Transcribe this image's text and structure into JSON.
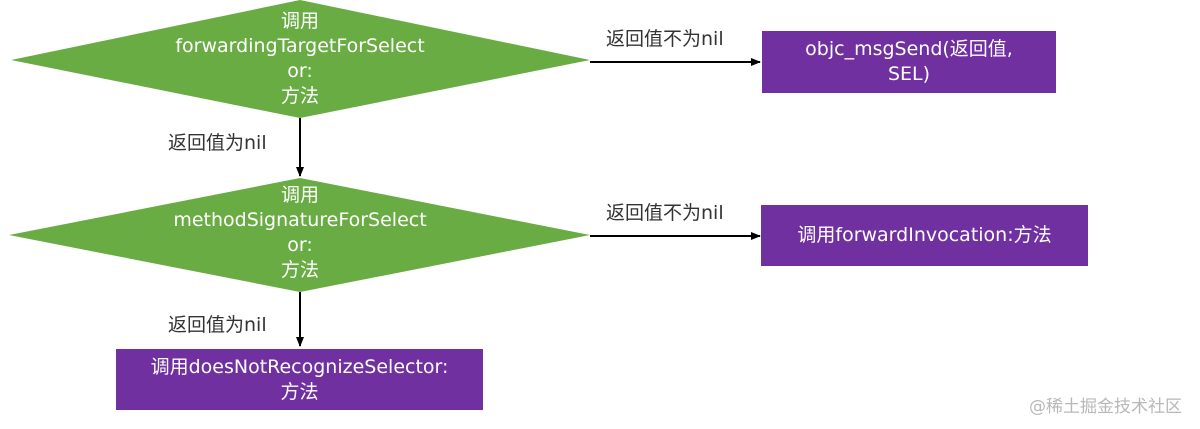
{
  "colors": {
    "decision_fill": "#6aac44",
    "process_fill": "#7030a0",
    "node_text": "#ffffff",
    "edge_stroke": "#000000",
    "label_text": "#333333",
    "watermark_text": "#b8b8b8"
  },
  "nodes": {
    "decision_forwarding_target": "调用\nforwardingTargetForSelect\nor:\n方法",
    "decision_method_signature": "调用\nmethodSignatureForSelect\nor:\n方法",
    "process_objc_msgsend": "objc_msgSend(返回值,\nSEL)",
    "process_forward_invocation": "调用forwardInvocation:方法",
    "process_does_not_recognize": "调用doesNotRecognizeSelector:\n方法"
  },
  "edge_labels": {
    "forwarding_not_nil": "返回值不为nil",
    "forwarding_nil": "返回值为nil",
    "signature_not_nil": "返回值不为nil",
    "signature_nil": "返回值为nil"
  },
  "watermark": "@稀土掘金技术社区"
}
